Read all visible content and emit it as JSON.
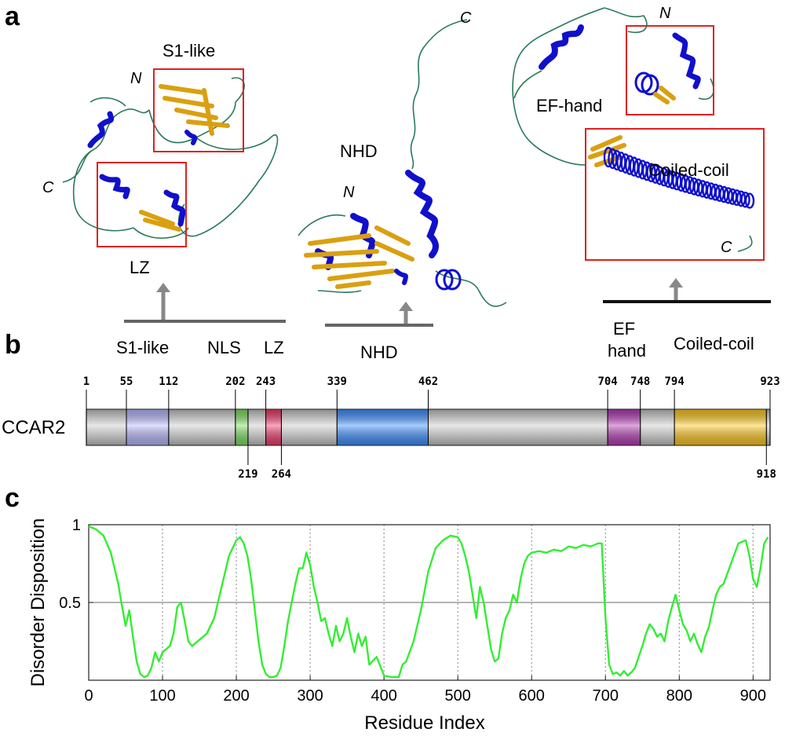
{
  "panels": {
    "a": "a",
    "b": "b",
    "c": "c"
  },
  "panel_a": {
    "structure1": {
      "box_top_label": "S1-like",
      "box_bottom_label": "LZ",
      "n_term": "N",
      "c_term": "C"
    },
    "structure2": {
      "label": "NHD",
      "n_term": "N",
      "c_term": "C"
    },
    "structure3": {
      "ef_label": "EF-hand",
      "coil_label": "Coiled-coil",
      "n_term": "N",
      "c_term": "C"
    }
  },
  "panel_b": {
    "protein": "CCAR2",
    "domain_titles": {
      "s1": "S1-like",
      "nls": "NLS",
      "lz": "LZ",
      "nhd": "NHD",
      "ef_line1": "EF",
      "ef_line2": "hand",
      "coil": "Coiled-coil"
    },
    "top_positions": [
      "1",
      "55",
      "112",
      "202",
      "243",
      "339",
      "462",
      "704",
      "748",
      "794",
      "923"
    ],
    "bottom_positions": [
      "219",
      "264",
      "918"
    ],
    "length": 923,
    "domains": [
      {
        "start": 55,
        "end": 112,
        "color": "#b9b9ff"
      },
      {
        "start": 202,
        "end": 219,
        "color": "#7ee060"
      },
      {
        "start": 243,
        "end": 264,
        "color": "#f03a6a"
      },
      {
        "start": 339,
        "end": 462,
        "color": "#3d8fff"
      },
      {
        "start": 704,
        "end": 748,
        "color": "#b43cb4"
      },
      {
        "start": 794,
        "end": 918,
        "color": "#ffc81e"
      }
    ]
  },
  "chart_data": {
    "type": "line",
    "title": "",
    "xlabel": "Residue Index",
    "ylabel": "Disorder Disposition",
    "xlim": [
      0,
      923
    ],
    "ylim": [
      0,
      1
    ],
    "x_ticks": [
      "0",
      "100",
      "200",
      "300",
      "400",
      "500",
      "600",
      "700",
      "800",
      "900"
    ],
    "y_ticks": [
      "0.5",
      "1"
    ],
    "threshold": 0.5,
    "series": [
      {
        "color": "#33ee33",
        "x": [
          0,
          10,
          20,
          30,
          40,
          45,
          50,
          55,
          60,
          65,
          70,
          75,
          80,
          85,
          90,
          95,
          100,
          105,
          110,
          115,
          120,
          125,
          130,
          135,
          140,
          150,
          160,
          170,
          175,
          180,
          190,
          200,
          205,
          210,
          215,
          220,
          225,
          230,
          235,
          240,
          245,
          250,
          255,
          260,
          265,
          270,
          275,
          280,
          285,
          290,
          295,
          300,
          305,
          310,
          315,
          320,
          325,
          330,
          335,
          340,
          345,
          350,
          355,
          360,
          365,
          370,
          375,
          380,
          390,
          400,
          410,
          420,
          425,
          430,
          440,
          450,
          460,
          470,
          480,
          490,
          500,
          505,
          510,
          515,
          520,
          525,
          530,
          535,
          540,
          545,
          550,
          555,
          560,
          565,
          570,
          575,
          580,
          585,
          590,
          595,
          600,
          610,
          620,
          630,
          640,
          650,
          660,
          670,
          680,
          690,
          695,
          700,
          705,
          710,
          715,
          720,
          725,
          730,
          735,
          740,
          745,
          750,
          755,
          760,
          765,
          770,
          775,
          780,
          785,
          790,
          795,
          800,
          805,
          810,
          815,
          820,
          825,
          830,
          835,
          840,
          845,
          850,
          855,
          860,
          870,
          880,
          890,
          895,
          900,
          905,
          910,
          915,
          920
        ],
        "values": [
          0.99,
          0.97,
          0.93,
          0.82,
          0.62,
          0.48,
          0.35,
          0.45,
          0.28,
          0.12,
          0.04,
          0.02,
          0.03,
          0.08,
          0.18,
          0.12,
          0.18,
          0.2,
          0.22,
          0.3,
          0.47,
          0.5,
          0.38,
          0.25,
          0.22,
          0.26,
          0.3,
          0.4,
          0.5,
          0.6,
          0.8,
          0.9,
          0.92,
          0.88,
          0.8,
          0.65,
          0.45,
          0.25,
          0.1,
          0.04,
          0.02,
          0.02,
          0.03,
          0.08,
          0.22,
          0.38,
          0.5,
          0.62,
          0.72,
          0.72,
          0.82,
          0.74,
          0.6,
          0.5,
          0.38,
          0.4,
          0.3,
          0.22,
          0.35,
          0.25,
          0.3,
          0.4,
          0.28,
          0.18,
          0.3,
          0.22,
          0.28,
          0.1,
          0.15,
          0.03,
          0.02,
          0.02,
          0.1,
          0.12,
          0.25,
          0.45,
          0.7,
          0.85,
          0.9,
          0.93,
          0.92,
          0.88,
          0.8,
          0.7,
          0.55,
          0.4,
          0.6,
          0.5,
          0.35,
          0.2,
          0.12,
          0.14,
          0.3,
          0.4,
          0.45,
          0.55,
          0.5,
          0.65,
          0.75,
          0.8,
          0.82,
          0.83,
          0.82,
          0.84,
          0.83,
          0.86,
          0.85,
          0.87,
          0.86,
          0.88,
          0.88,
          0.4,
          0.1,
          0.04,
          0.05,
          0.03,
          0.06,
          0.03,
          0.05,
          0.08,
          0.15,
          0.22,
          0.3,
          0.36,
          0.33,
          0.28,
          0.3,
          0.25,
          0.38,
          0.47,
          0.55,
          0.45,
          0.36,
          0.32,
          0.25,
          0.3,
          0.23,
          0.18,
          0.28,
          0.34,
          0.45,
          0.55,
          0.6,
          0.62,
          0.75,
          0.88,
          0.9,
          0.8,
          0.65,
          0.6,
          0.72,
          0.88,
          0.92
        ]
      }
    ]
  }
}
